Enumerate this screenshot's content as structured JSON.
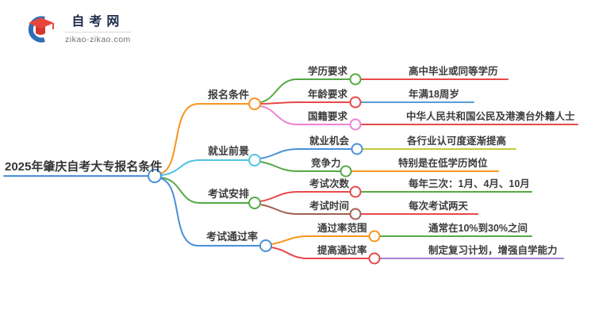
{
  "logo": {
    "icon": "graduation-cap-icon",
    "name": "自考网",
    "domain": "zikao-zikao.com",
    "cap_color": "#e8453c",
    "cap_dark_color": "#d8352e",
    "crescent_color": "#2f6db5",
    "name_color": "#1c2b4a"
  },
  "mindmap": {
    "root": {
      "label": "2025年肇庆自考大专报名条件",
      "color": "#4a90d9"
    },
    "branches": [
      {
        "label": "报名条件",
        "color": "#f7941d",
        "children": [
          {
            "label": "学历要求",
            "color": "#55a944",
            "leaf": {
              "label": "高中毕业或同等学历",
              "color": "#e8484a"
            }
          },
          {
            "label": "年龄要求",
            "color": "#e8484a",
            "leaf": {
              "label": "年满18周岁",
              "color": "#5b9bd5"
            }
          },
          {
            "label": "国籍要求",
            "color": "#ee82d2",
            "leaf": {
              "label": "中华人民共和国公民及港澳台外籍人士",
              "color": "#e8484a"
            }
          }
        ]
      },
      {
        "label": "就业前景",
        "color": "#4fc3e0",
        "children": [
          {
            "label": "就业机会",
            "color": "#4a90d9",
            "leaf": {
              "label": "各行业认可度逐渐提高",
              "color": "#c2ca3a"
            }
          },
          {
            "label": "竞争力",
            "color": "#55a944",
            "leaf": {
              "label": "特别是在低学历岗位",
              "color": "#f7941d"
            }
          }
        ]
      },
      {
        "label": "考试安排",
        "color": "#55a944",
        "children": [
          {
            "label": "考试次数",
            "color": "#e8484a",
            "leaf": {
              "label": "每年三次：1月、4月、10月",
              "color": "#55a944"
            }
          },
          {
            "label": "考试时间",
            "color": "#a3604e",
            "leaf": {
              "label": "每次考试两天",
              "color": "#e8484a"
            }
          }
        ]
      },
      {
        "label": "考试通过率",
        "color": "#4a90d9",
        "children": [
          {
            "label": "通过率范围",
            "color": "#f7941d",
            "leaf": {
              "label": "通常在10%到30%之间",
              "color": "#55a944"
            }
          },
          {
            "label": "提高通过率",
            "color": "#e8484a",
            "leaf": {
              "label": "制定复习计划，增强自学能力",
              "color": "#a47fd1"
            }
          }
        ]
      }
    ]
  }
}
